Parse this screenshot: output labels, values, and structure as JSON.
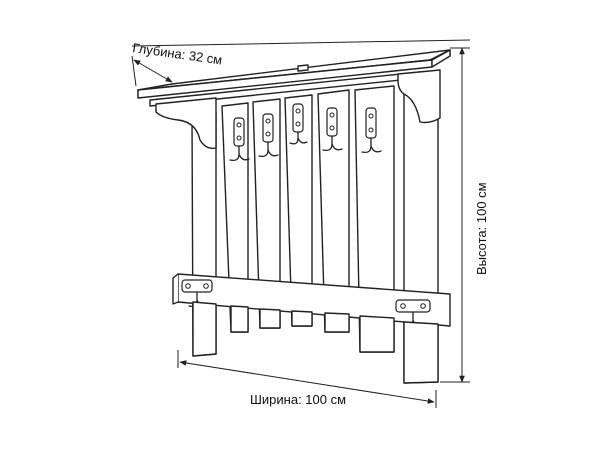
{
  "dimensions": {
    "depth_label": "Глубина: 32 см",
    "height_label": "Высота: 100 см",
    "width_label": "Ширина: 100 см"
  },
  "hooks": {
    "top_count": 5,
    "bottom_count": 2
  },
  "colors": {
    "stroke": "#222222",
    "background": "#ffffff"
  }
}
